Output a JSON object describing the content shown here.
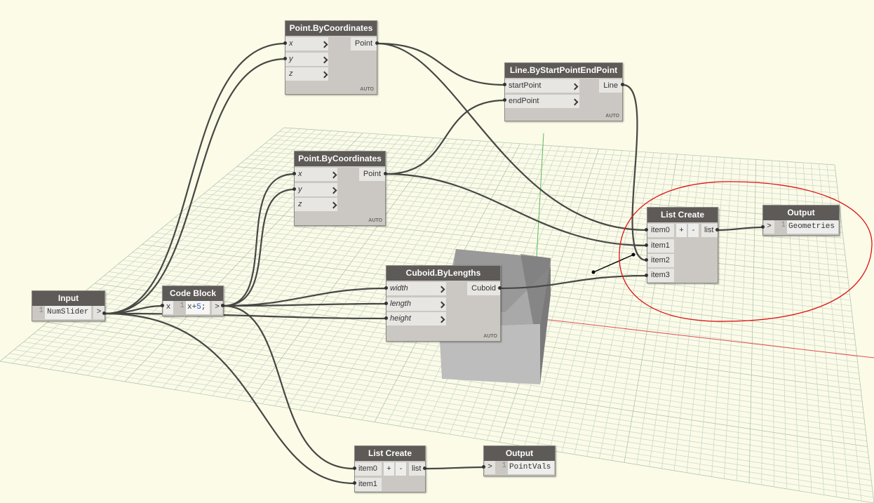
{
  "nodes": {
    "point1": {
      "title": "Point.ByCoordinates",
      "inputs": [
        "x",
        "y",
        "z"
      ],
      "output": "Point",
      "lacing": "AUTO"
    },
    "point2": {
      "title": "Point.ByCoordinates",
      "inputs": [
        "x",
        "y",
        "z"
      ],
      "output": "Point",
      "lacing": "AUTO"
    },
    "line": {
      "title": "Line.ByStartPointEndPoint",
      "inputs": [
        "startPoint",
        "endPoint"
      ],
      "output": "Line",
      "lacing": "AUTO"
    },
    "cuboid": {
      "title": "Cuboid.ByLengths",
      "inputs": [
        "width",
        "length",
        "height"
      ],
      "output": "Cuboid",
      "lacing": "AUTO"
    },
    "input": {
      "title": "Input",
      "line_number": "1",
      "value": "NumSlider",
      "output": ">"
    },
    "codeblock": {
      "title": "Code Block",
      "input": "x",
      "line_number": "1",
      "code_var": "x",
      "code_op": "+",
      "code_num": "5",
      "code_end": ";",
      "output": ">"
    },
    "listcreate1": {
      "title": "List Create",
      "inputs": [
        "item0",
        "item1",
        "item2",
        "item3"
      ],
      "add": "+",
      "remove": "-",
      "output": "list"
    },
    "listcreate2": {
      "title": "List Create",
      "inputs": [
        "item0",
        "item1"
      ],
      "add": "+",
      "remove": "-",
      "output": "list"
    },
    "output1": {
      "title": "Output",
      "input": ">",
      "line_number": "1",
      "value": "Geometries"
    },
    "output2": {
      "title": "Output",
      "input": ">",
      "line_number": "1",
      "value": "PointVals"
    }
  },
  "colors": {
    "background": "#fbfbe8",
    "grid": "#c8d8cc",
    "node_header": "#5d5a57",
    "node_body": "#cbc8c3",
    "wire": "#474744",
    "annotation": "#e01010",
    "code_number": "#1a55c8"
  }
}
